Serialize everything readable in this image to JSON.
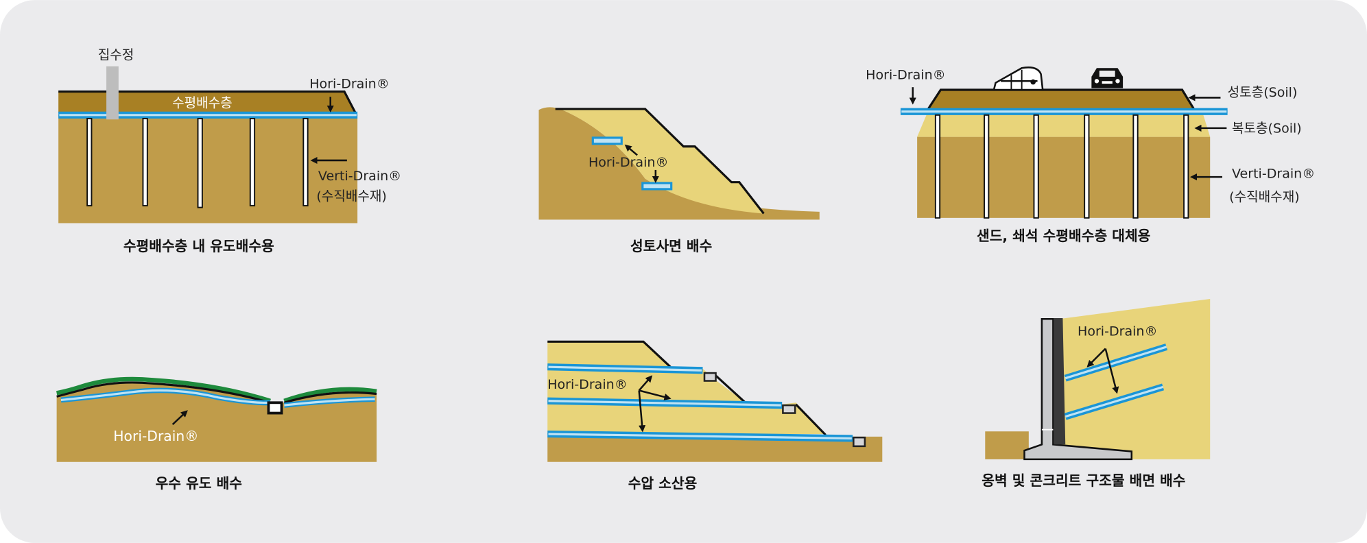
{
  "colors": {
    "background": "#ebebed",
    "soil": "#c09c4a",
    "top_soil": "#a88024",
    "fill_soil": "#e8d47a",
    "drain_blue": "#1a95d6",
    "drain_inner": "#bfe3f4",
    "grass": "#1e8a3c",
    "concrete": "#c8c9cb"
  },
  "panels": [
    {
      "caption": "수평배수층 내 유도배수용",
      "labels": {
        "sump": "집수정",
        "layer": "수평배수층",
        "hori": "Hori-Drain®",
        "verti": "Verti-Drain®",
        "verti_sub": "(수직배수재)"
      }
    },
    {
      "caption": "성토사면 배수",
      "labels": {
        "hori": "Hori-Drain®"
      }
    },
    {
      "caption": "샌드, 쇄석 수평배수층 대체용",
      "labels": {
        "hori": "Hori-Drain®",
        "embankment": "성토층(Soil)",
        "cover": "복토층(Soil)",
        "verti": "Verti-Drain®",
        "verti_sub": "(수직배수재)"
      },
      "icons": [
        "train-icon",
        "car-icon"
      ]
    },
    {
      "caption": "우수 유도 배수",
      "labels": {
        "hori": "Hori-Drain®"
      }
    },
    {
      "caption": "수압 소산용",
      "labels": {
        "hori": "Hori-Drain®"
      }
    },
    {
      "caption": "옹벽 및 콘크리트 구조물 배면 배수",
      "labels": {
        "hori": "Hori-Drain®"
      }
    }
  ]
}
